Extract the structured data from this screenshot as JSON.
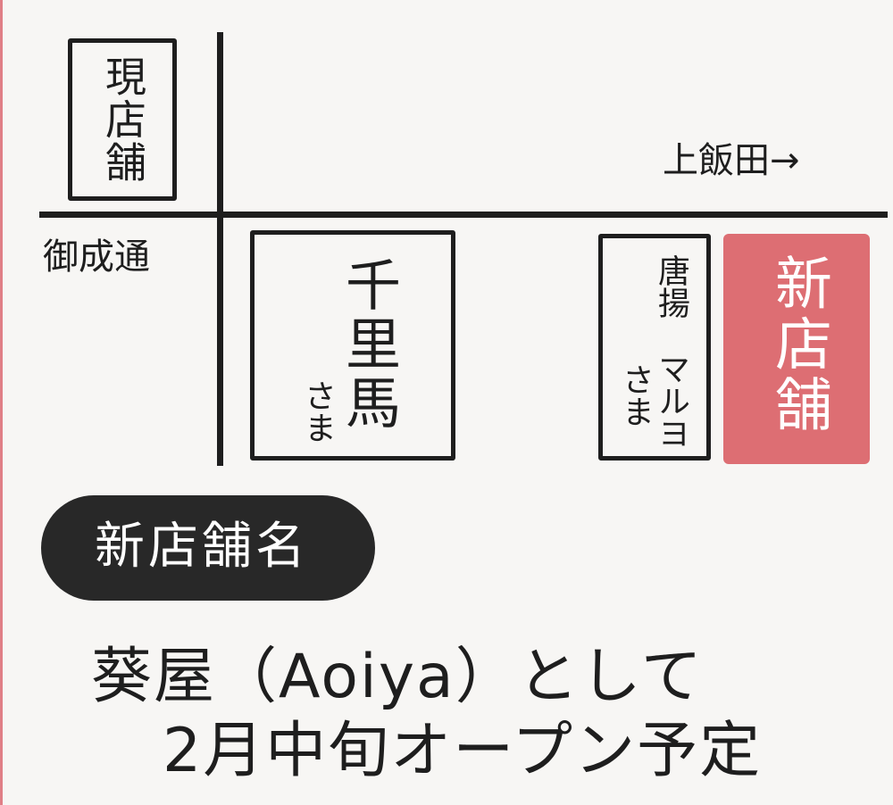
{
  "map": {
    "current_store": "現店舗",
    "direction_label": "上飯田→",
    "street_label": "御成通",
    "neighbor_1": {
      "name": "千里馬",
      "honorific": "さま"
    },
    "neighbor_2": {
      "line1": "唐揚",
      "line2": "マルヨ",
      "honorific": "さま"
    },
    "new_store": "新店舗"
  },
  "store_name_heading": "新店舗名",
  "announcement": {
    "line1": "葵屋（Aoiya）として",
    "line2": "2月中旬オープン予定"
  },
  "colors": {
    "new_store_fill": "#dd6e73",
    "heading_pill": "#282828",
    "ink": "#1e1e1e",
    "page_edge": "#e07f86"
  }
}
